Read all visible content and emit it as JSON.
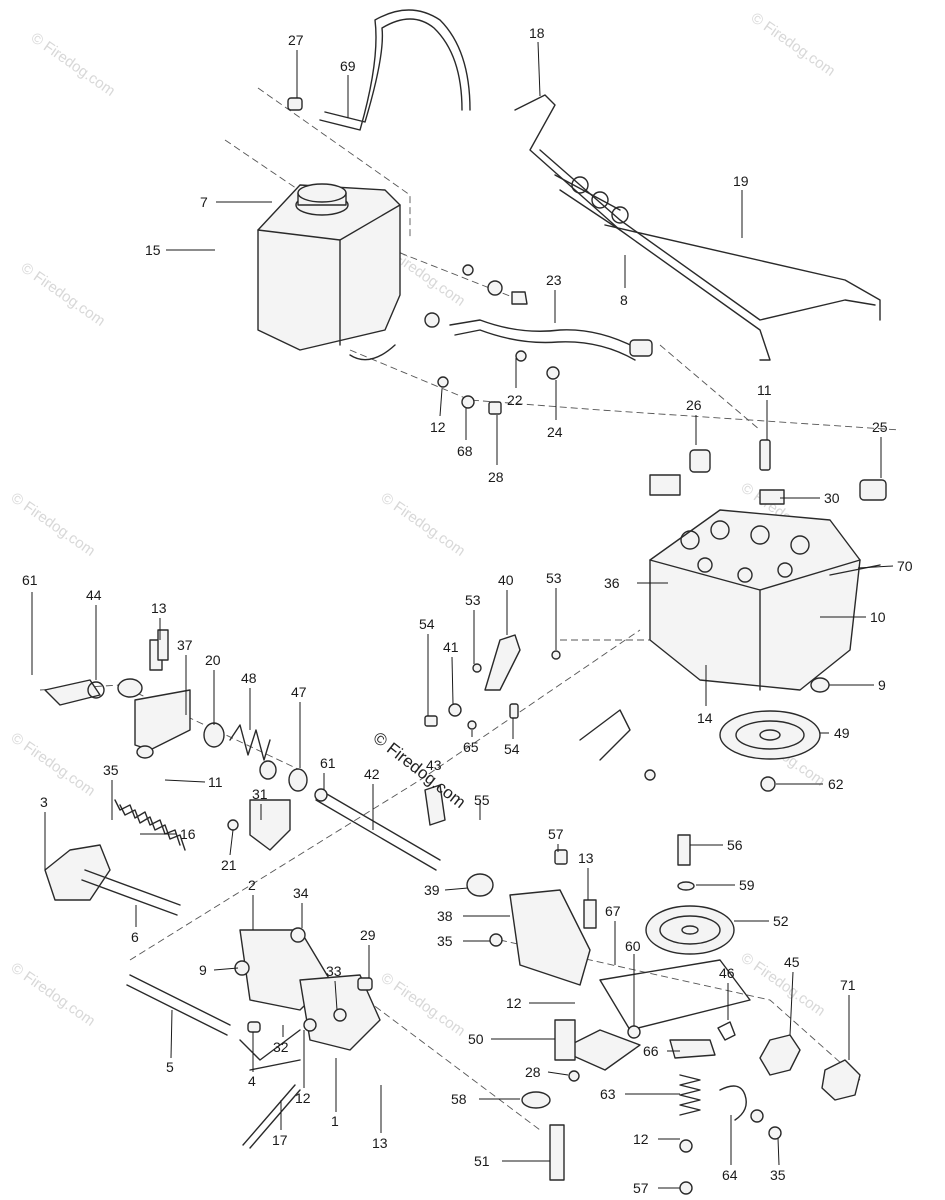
{
  "watermark": {
    "text": "© Firedog.com"
  },
  "callouts": [
    {
      "id": "c27",
      "label": "27"
    },
    {
      "id": "c69",
      "label": "69"
    },
    {
      "id": "c18",
      "label": "18"
    },
    {
      "id": "c19",
      "label": "19"
    },
    {
      "id": "c7",
      "label": "7"
    },
    {
      "id": "c15",
      "label": "15"
    },
    {
      "id": "c8",
      "label": "8"
    },
    {
      "id": "c23",
      "label": "23"
    },
    {
      "id": "c22",
      "label": "22"
    },
    {
      "id": "c24",
      "label": "24"
    },
    {
      "id": "c12a",
      "label": "12"
    },
    {
      "id": "c68",
      "label": "68"
    },
    {
      "id": "c28a",
      "label": "28"
    },
    {
      "id": "c26",
      "label": "26"
    },
    {
      "id": "c11a",
      "label": "11"
    },
    {
      "id": "c25",
      "label": "25"
    },
    {
      "id": "c30",
      "label": "30"
    },
    {
      "id": "c70",
      "label": "70"
    },
    {
      "id": "c36",
      "label": "36"
    },
    {
      "id": "c10",
      "label": "10"
    },
    {
      "id": "c9a",
      "label": "9"
    },
    {
      "id": "c14",
      "label": "14"
    },
    {
      "id": "c49",
      "label": "49"
    },
    {
      "id": "c62",
      "label": "62"
    },
    {
      "id": "c61a",
      "label": "61"
    },
    {
      "id": "c44",
      "label": "44"
    },
    {
      "id": "c13a",
      "label": "13"
    },
    {
      "id": "c37",
      "label": "37"
    },
    {
      "id": "c20",
      "label": "20"
    },
    {
      "id": "c48",
      "label": "48"
    },
    {
      "id": "c47",
      "label": "47"
    },
    {
      "id": "c53a",
      "label": "53"
    },
    {
      "id": "c40",
      "label": "40"
    },
    {
      "id": "c53b",
      "label": "53"
    },
    {
      "id": "c54a",
      "label": "54"
    },
    {
      "id": "c41",
      "label": "41"
    },
    {
      "id": "c65",
      "label": "65"
    },
    {
      "id": "c54b",
      "label": "54"
    },
    {
      "id": "c35a",
      "label": "35"
    },
    {
      "id": "c11b",
      "label": "11"
    },
    {
      "id": "c3",
      "label": "3"
    },
    {
      "id": "c16",
      "label": "16"
    },
    {
      "id": "c31",
      "label": "31"
    },
    {
      "id": "c21",
      "label": "21"
    },
    {
      "id": "c61b",
      "label": "61"
    },
    {
      "id": "c42",
      "label": "42"
    },
    {
      "id": "c43",
      "label": "43"
    },
    {
      "id": "c55",
      "label": "55"
    },
    {
      "id": "c6",
      "label": "6"
    },
    {
      "id": "c2",
      "label": "2"
    },
    {
      "id": "c34",
      "label": "34"
    },
    {
      "id": "c9b",
      "label": "9"
    },
    {
      "id": "c29",
      "label": "29"
    },
    {
      "id": "c33",
      "label": "33"
    },
    {
      "id": "c5",
      "label": "5"
    },
    {
      "id": "c4",
      "label": "4"
    },
    {
      "id": "c32",
      "label": "32"
    },
    {
      "id": "c12b",
      "label": "12"
    },
    {
      "id": "c1",
      "label": "1"
    },
    {
      "id": "c17",
      "label": "17"
    },
    {
      "id": "c13b",
      "label": "13"
    },
    {
      "id": "c57a",
      "label": "57"
    },
    {
      "id": "c13c",
      "label": "13"
    },
    {
      "id": "c39",
      "label": "39"
    },
    {
      "id": "c38",
      "label": "38"
    },
    {
      "id": "c35b",
      "label": "35"
    },
    {
      "id": "c67",
      "label": "67"
    },
    {
      "id": "c56",
      "label": "56"
    },
    {
      "id": "c59",
      "label": "59"
    },
    {
      "id": "c52",
      "label": "52"
    },
    {
      "id": "c60",
      "label": "60"
    },
    {
      "id": "c46",
      "label": "46"
    },
    {
      "id": "c45",
      "label": "45"
    },
    {
      "id": "c71",
      "label": "71"
    },
    {
      "id": "c12c",
      "label": "12"
    },
    {
      "id": "c50",
      "label": "50"
    },
    {
      "id": "c66",
      "label": "66"
    },
    {
      "id": "c28b",
      "label": "28"
    },
    {
      "id": "c63",
      "label": "63"
    },
    {
      "id": "c58",
      "label": "58"
    },
    {
      "id": "c51",
      "label": "51"
    },
    {
      "id": "c12d",
      "label": "12"
    },
    {
      "id": "c57b",
      "label": "57"
    },
    {
      "id": "c64",
      "label": "64"
    },
    {
      "id": "c35c",
      "label": "35"
    }
  ]
}
